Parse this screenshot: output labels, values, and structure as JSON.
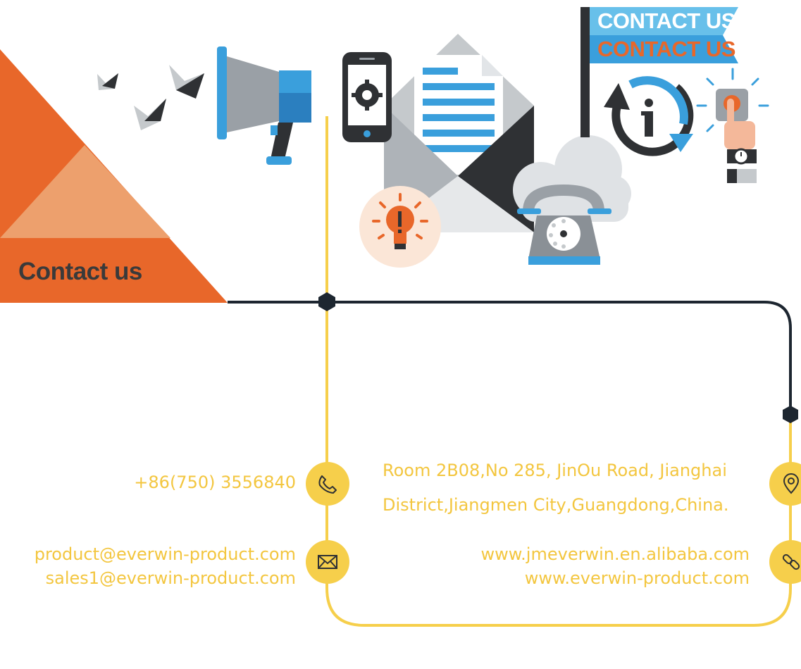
{
  "page": {
    "heading": "Contact us"
  },
  "flag": {
    "text_1": "CONTACT US",
    "text_2": "CONTACT US"
  },
  "contact": {
    "phone": "+86(750) 3556840",
    "emails": [
      "product@everwin-product.com",
      "sales1@everwin-product.com"
    ],
    "address_lines": [
      "Room 2B08,No 285, JinOu Road, Jianghai",
      "District,Jiangmen City,Guangdong,China."
    ],
    "websites": [
      "www.jmeverwin.en.alibaba.com",
      "www.everwin-product.com"
    ]
  },
  "icons": {
    "phone": "phone-icon",
    "email": "mail-icon",
    "location": "location-pin-icon",
    "link": "link-icon"
  },
  "colors": {
    "orange": "#e8672a",
    "light_orange": "#eda06d",
    "yellow": "#f6cf4b",
    "text_yellow": "#f3c63f",
    "blue": "#3a9fdc",
    "light_blue": "#68c0ea",
    "dark": "#2f3134",
    "gray": "#9aa0a6",
    "line_dark": "#1d2630"
  }
}
